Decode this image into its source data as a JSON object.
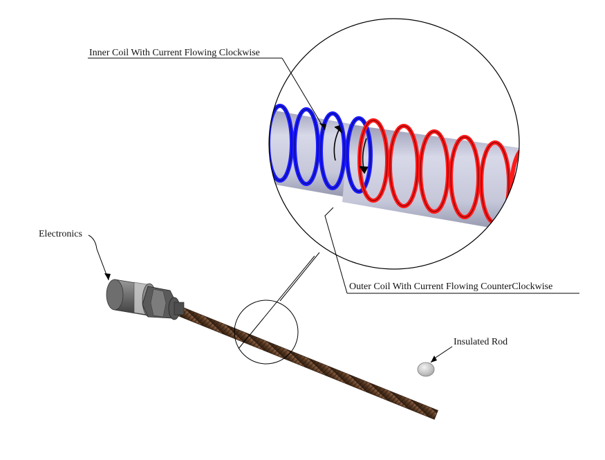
{
  "labels": {
    "inner_coil": "Inner Coil With Current Flowing Clockwise",
    "outer_coil": "Outer Coil With Current Flowing CounterClockwise",
    "electronics": "Electronics",
    "insulated_rod": "Insulated Rod"
  },
  "colors": {
    "inner_coil": "#1a1aff",
    "outer_coil": "#ff1a1a",
    "rod_core": "#c8cadc",
    "threaded_rod": "#5a3a22",
    "housing": "#6f6f6f",
    "lines": "#000000"
  },
  "icons": [
    "current-direction-arrow-icon"
  ]
}
